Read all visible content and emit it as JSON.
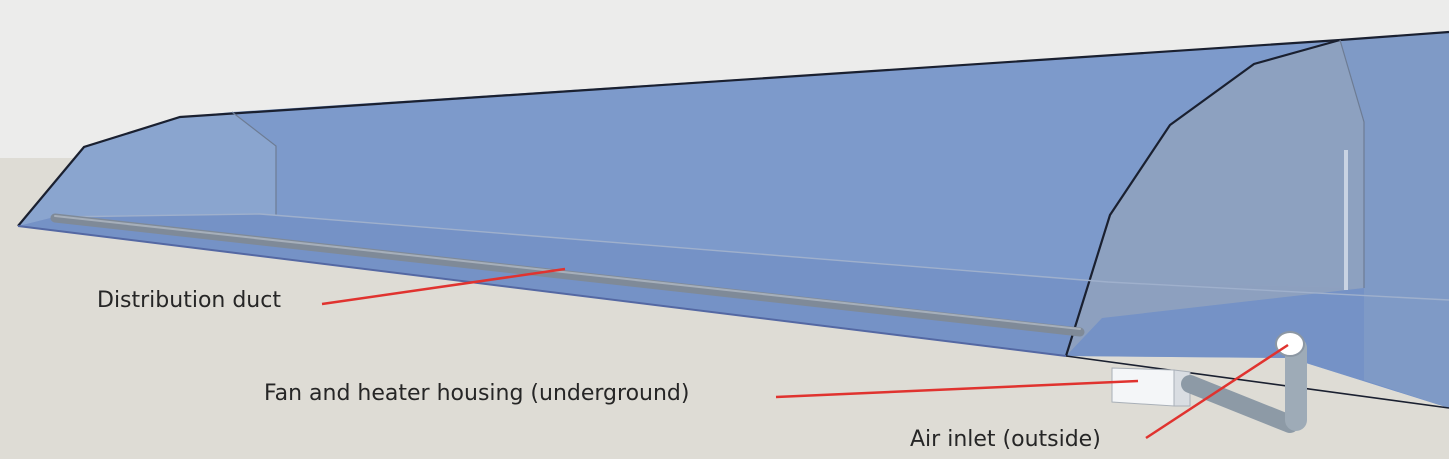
{
  "labels": {
    "distribution_duct": "Distribution duct",
    "fan_housing": "Fan and heater housing (underground)",
    "air_inlet": "Air inlet (outside)"
  },
  "colors": {
    "sky": "#ebebea",
    "ground": "#dedcd5",
    "greenhouse_fill": "#6f8fc0",
    "greenhouse_outline": "#1a2030",
    "leader_line": "#e0332f",
    "duct": "#7f8a98",
    "housing": "#f4f6f8"
  }
}
